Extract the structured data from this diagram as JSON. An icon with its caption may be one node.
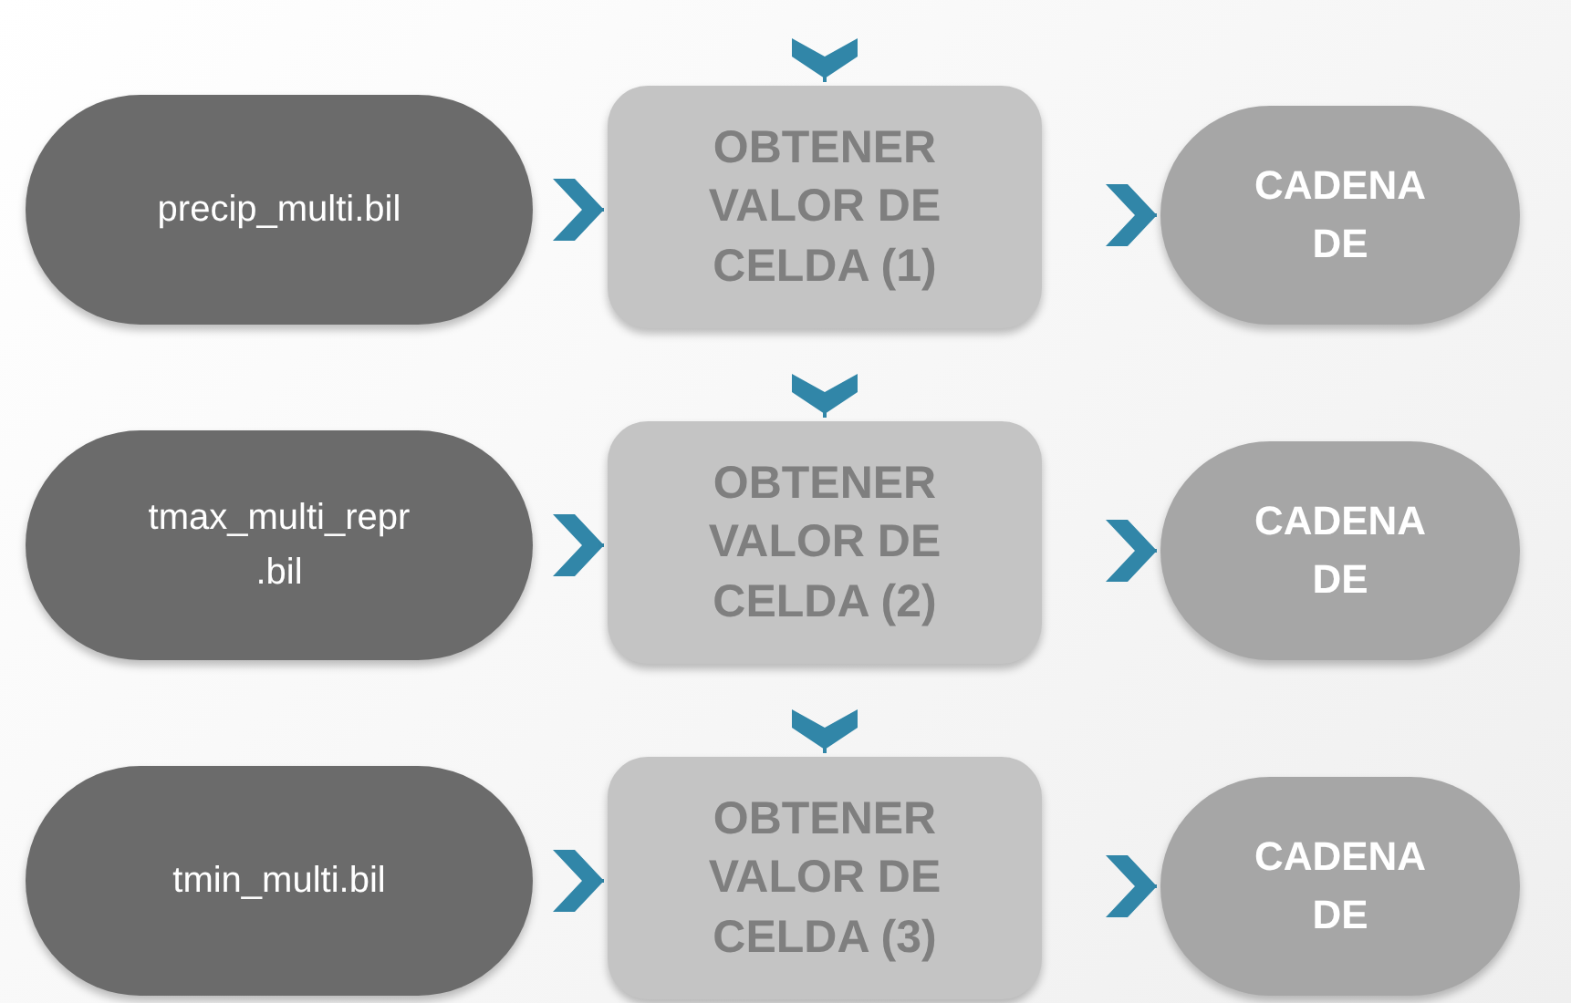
{
  "diagram": {
    "nodes": [
      {
        "text": [
          "precip_multi.bil"
        ]
      },
      {
        "text": [
          "OBTENER VALOR DE CELDA (1)"
        ]
      },
      {
        "text": [
          "CADENA DE"
        ]
      },
      {
        "text": [
          "tmax_multi_repr .bil"
        ]
      },
      {
        "text": [
          "OBTENER VALOR DE CELDA (2)"
        ]
      },
      {
        "text": [
          "CADENA DE"
        ]
      },
      {
        "text": [
          "tmin_multi.bil"
        ]
      },
      {
        "text": [
          "OBTENER VALOR DE CELDA (3)"
        ]
      },
      {
        "text": [
          "CADENA DE"
        ]
      }
    ],
    "edges": [
      {
        "from": null,
        "to": 1,
        "arrow": "to"
      },
      {
        "from": 0,
        "to": 1,
        "arrow": "to"
      },
      {
        "from": 1,
        "to": 2,
        "arrow": "to"
      },
      {
        "from": 1,
        "to": 4,
        "arrow": "to"
      },
      {
        "from": 3,
        "to": 4,
        "arrow": "to"
      },
      {
        "from": 4,
        "to": 5,
        "arrow": "to"
      },
      {
        "from": 4,
        "to": 7,
        "arrow": "to"
      },
      {
        "from": 6,
        "to": 7,
        "arrow": "to"
      },
      {
        "from": 7,
        "to": 8,
        "arrow": "to"
      }
    ]
  }
}
